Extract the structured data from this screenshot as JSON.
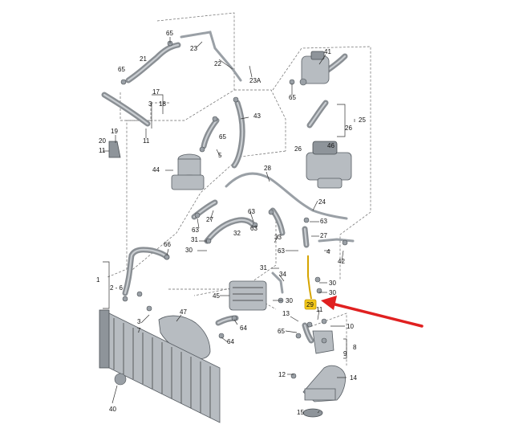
{
  "diagram": {
    "labels": [
      "65",
      "21",
      "23",
      "22",
      "23A",
      "41",
      "65",
      "65",
      "17",
      "18",
      "3",
      "11",
      "43",
      "26",
      "25",
      "19",
      "20",
      "11",
      "65",
      "5",
      "46",
      "26",
      "44",
      "28",
      "24",
      "27",
      "63",
      "63",
      "63",
      "32",
      "63",
      "33",
      "27",
      "31",
      "30",
      "66",
      "42",
      "63",
      "4",
      "1",
      "2 - 6",
      "8",
      "3",
      "31",
      "34",
      "30",
      "30",
      "45",
      "30",
      "29",
      "11",
      "47",
      "13",
      "65",
      "10",
      "64",
      "64",
      "9",
      "7",
      "40",
      "12",
      "14",
      "15"
    ],
    "highlighted_label": "29",
    "colors": {
      "highlight_fill": "#f2c81b",
      "arrow": "#e02020",
      "line_art": "#8e949a"
    }
  }
}
